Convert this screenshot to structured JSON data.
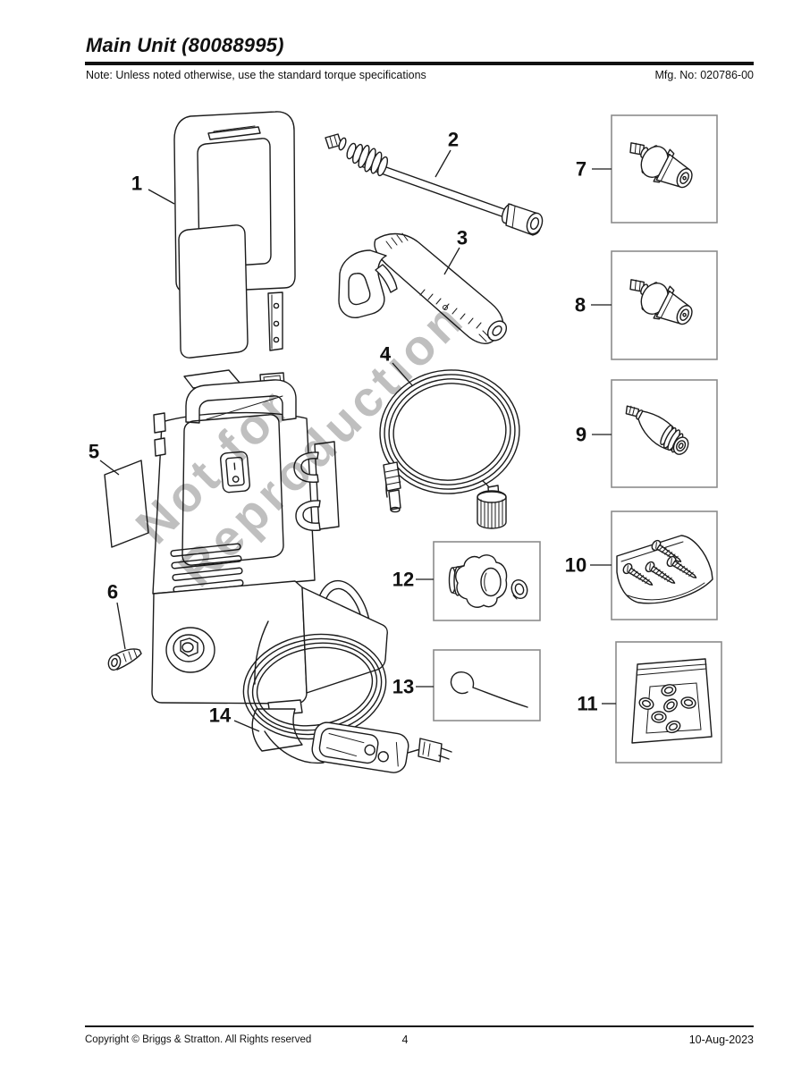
{
  "header": {
    "title": "Main Unit (80088995)",
    "note": "Note: Unless noted otherwise, use the standard torque specifications",
    "mfg_no": "Mfg. No: 020786-00"
  },
  "watermark": {
    "line1": "Not for",
    "line2": "Reproduction"
  },
  "footer": {
    "copyright": "Copyright © Briggs & Stratton. All Rights reserved",
    "page_number": "4",
    "date": "10-Aug-2023"
  },
  "colors": {
    "diagram_line": "#1b1b1b",
    "part_box_border": "#8c8c8c",
    "watermark_gray": "#bdbdbd",
    "page_background": "#ffffff"
  },
  "callouts": [
    {
      "label": "1"
    },
    {
      "label": "2"
    },
    {
      "label": "3"
    },
    {
      "label": "4"
    },
    {
      "label": "5"
    },
    {
      "label": "6"
    },
    {
      "label": "7"
    },
    {
      "label": "8"
    },
    {
      "label": "9"
    },
    {
      "label": "10"
    },
    {
      "label": "11"
    },
    {
      "label": "12"
    },
    {
      "label": "13"
    },
    {
      "label": "14"
    }
  ]
}
